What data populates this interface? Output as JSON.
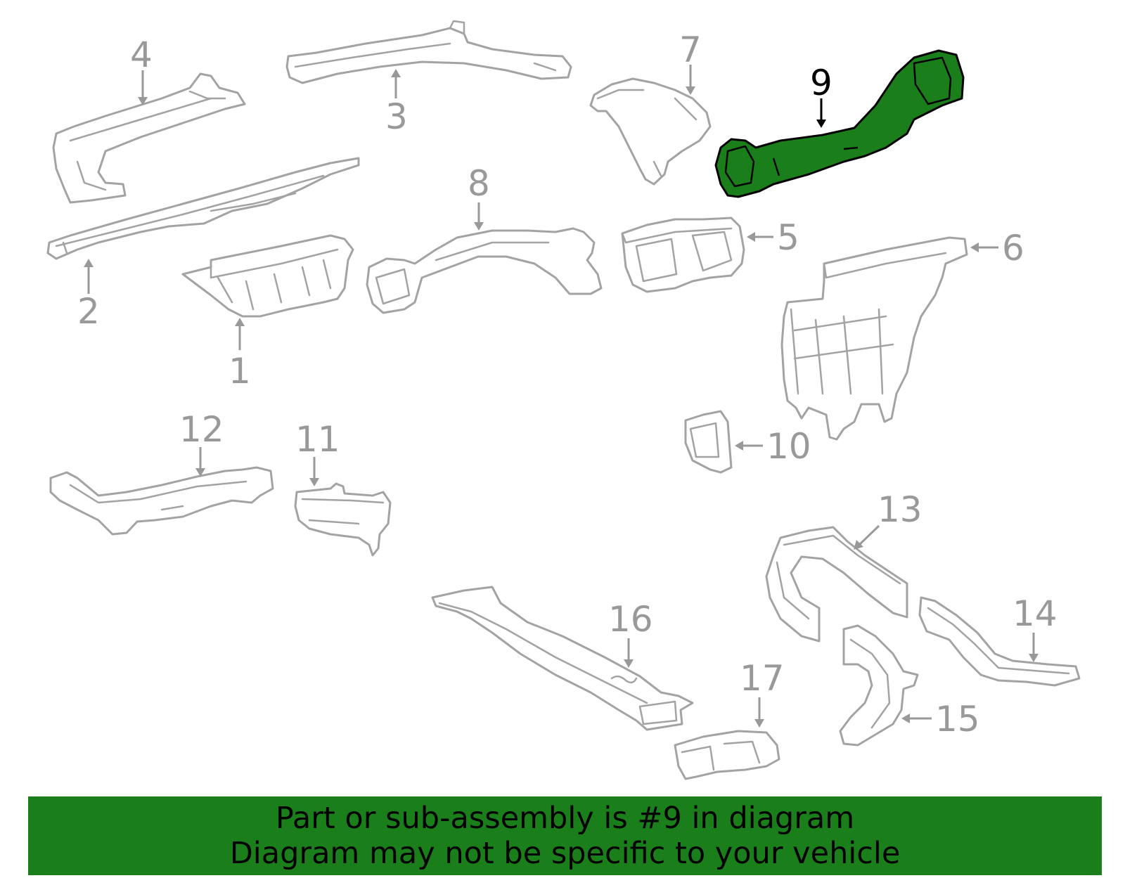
{
  "diagram": {
    "highlighted_part": "9",
    "highlight_color": "#1a7f1a",
    "part_color": "#a3a3a3",
    "labels": [
      {
        "id": "1",
        "text": "1"
      },
      {
        "id": "2",
        "text": "2"
      },
      {
        "id": "3",
        "text": "3"
      },
      {
        "id": "4",
        "text": "4"
      },
      {
        "id": "5",
        "text": "5"
      },
      {
        "id": "6",
        "text": "6"
      },
      {
        "id": "7",
        "text": "7"
      },
      {
        "id": "8",
        "text": "8"
      },
      {
        "id": "9",
        "text": "9"
      },
      {
        "id": "10",
        "text": "10"
      },
      {
        "id": "11",
        "text": "11"
      },
      {
        "id": "12",
        "text": "12"
      },
      {
        "id": "13",
        "text": "13"
      },
      {
        "id": "14",
        "text": "14"
      },
      {
        "id": "15",
        "text": "15"
      },
      {
        "id": "16",
        "text": "16"
      },
      {
        "id": "17",
        "text": "17"
      }
    ]
  },
  "banner": {
    "line1": "Part or sub-assembly is #9 in diagram",
    "line2": "Diagram may not be specific to your vehicle",
    "background": "#1a7f1a"
  }
}
